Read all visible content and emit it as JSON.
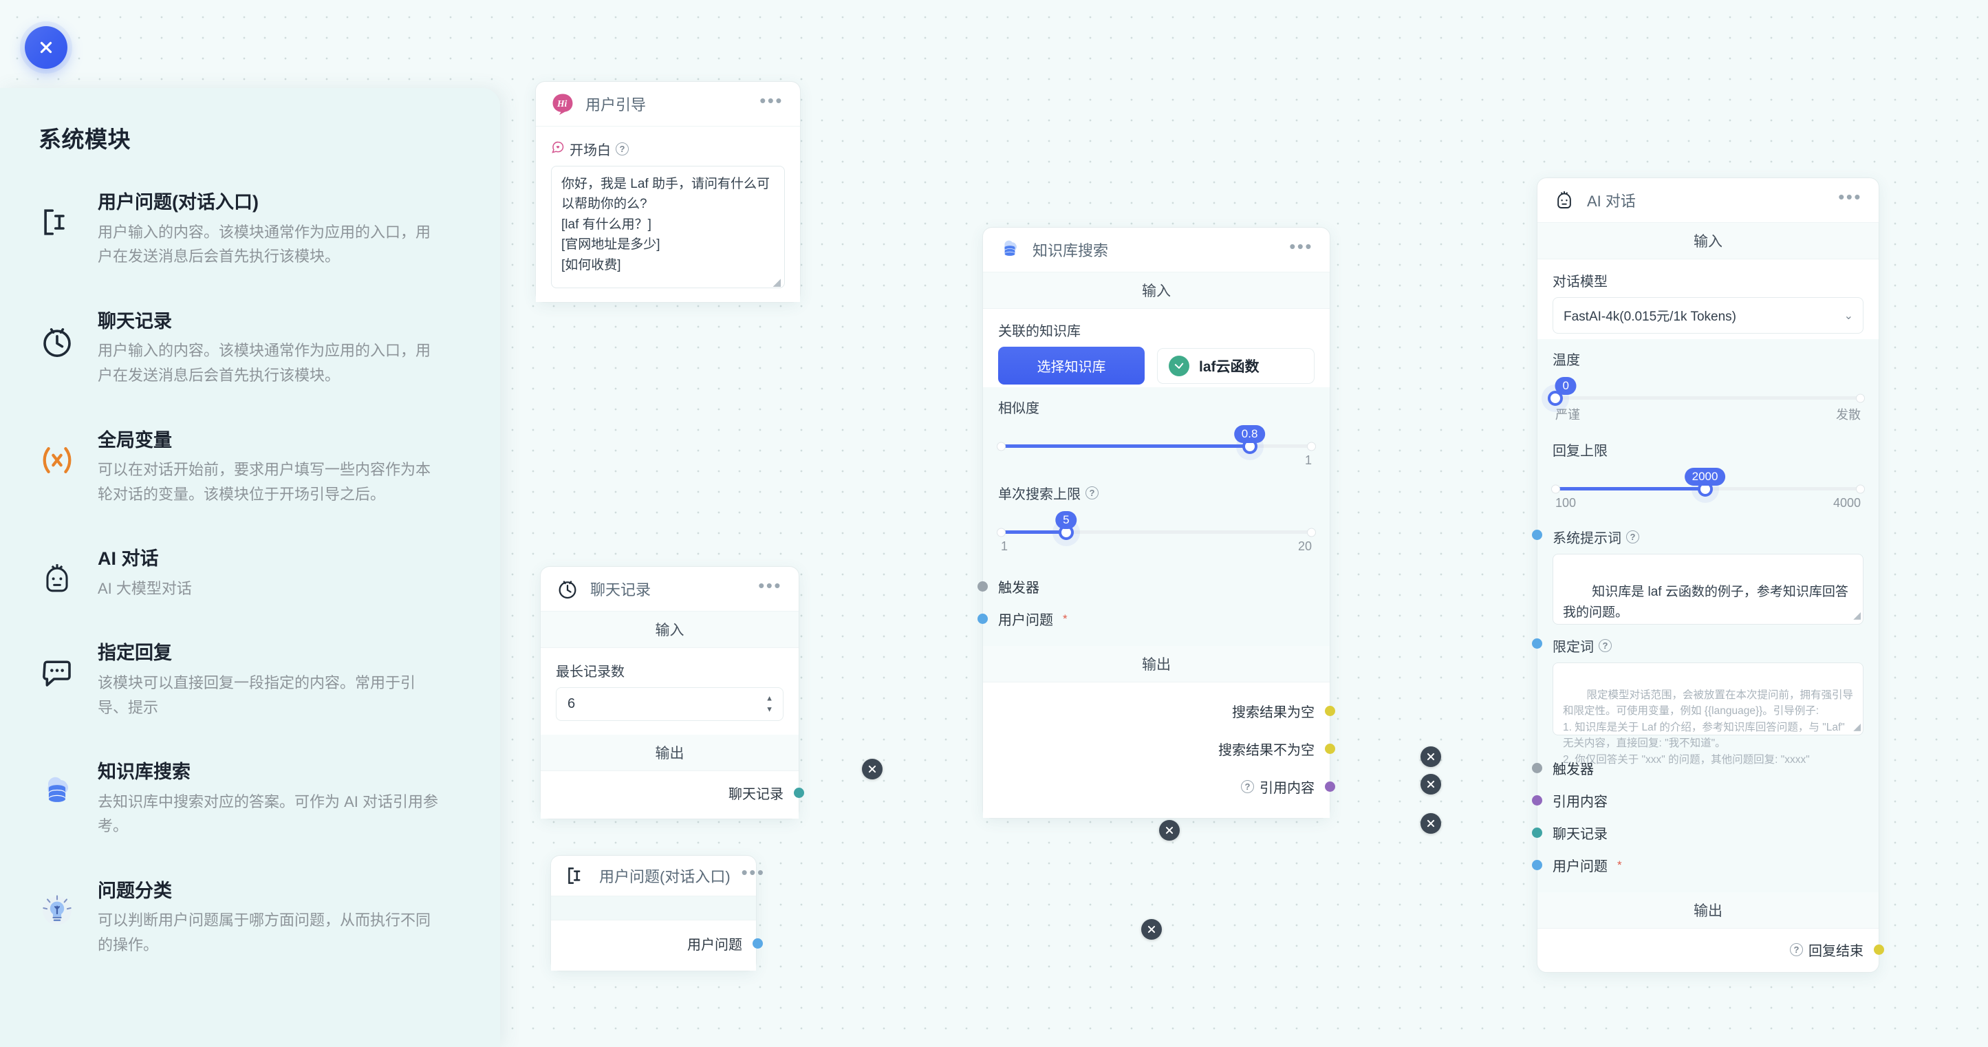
{
  "sidebar": {
    "title": "系统模块",
    "close_label": "close-icon",
    "items": [
      {
        "icon": "text-cursor-icon",
        "name": "用户问题(对话入口)",
        "desc": "用户输入的内容。该模块通常作为应用的入口，用户在发送消息后会首先执行该模块。"
      },
      {
        "icon": "clock-icon",
        "name": "聊天记录",
        "desc": "用户输入的内容。该模块通常作为应用的入口，用户在发送消息后会首先执行该模块。"
      },
      {
        "icon": "variable-icon",
        "name": "全局变量",
        "desc": "可以在对话开始前，要求用户填写一些内容作为本轮对话的变量。该模块位于开场引导之后。"
      },
      {
        "icon": "robot-icon",
        "name": "AI 对话",
        "desc": "AI 大模型对话"
      },
      {
        "icon": "chat-bubble-icon",
        "name": "指定回复",
        "desc": "该模块可以直接回复一段指定的内容。常用于引导、提示"
      },
      {
        "icon": "database-icon",
        "name": "知识库搜索",
        "desc": "去知识库中搜索对应的答案。可作为 AI 对话引用参考。"
      },
      {
        "icon": "lightbulb-icon",
        "name": "问题分类",
        "desc": "可以判断用户问题属于哪方面问题，从而执行不同的操作。"
      }
    ]
  },
  "nodes": {
    "user_guide": {
      "title": "用户引导",
      "icon": "hi-avatar-icon",
      "menu": "•••",
      "opening_label": "开场白",
      "opening_value": "你好，我是 Laf 助手，请问有什么可以帮助你的么?\n[laf 有什么用？]\n[官网地址是多少]\n[如何收费]"
    },
    "chat_history": {
      "title": "聊天记录",
      "icon": "clock-icon",
      "menu": "•••",
      "input_label": "输入",
      "output_label": "输出",
      "max_records_label": "最长记录数",
      "max_records_value": "6",
      "out_port": "聊天记录"
    },
    "user_question": {
      "title": "用户问题(对话入口)",
      "icon": "text-cursor-icon",
      "menu": "•••",
      "out_port": "用户问题"
    },
    "kb_search": {
      "title": "知识库搜索",
      "icon": "database-icon",
      "menu": "•••",
      "input_label": "输入",
      "output_label": "输出",
      "linked_kb_label": "关联的知识库",
      "select_kb_button": "选择知识库",
      "kb_chip": "laf云函数",
      "similarity_label": "相似度",
      "similarity_value": "0.8",
      "similarity_min": "",
      "similarity_max": "1",
      "limit_label": "单次搜索上限",
      "limit_value": "5",
      "limit_min": "1",
      "limit_max": "20",
      "in_trigger": "触发器",
      "in_question": "用户问题",
      "out_empty": "搜索结果为空",
      "out_not_empty": "搜索结果不为空",
      "out_quote": "引用内容"
    },
    "ai_chat": {
      "title": "AI 对话",
      "icon": "robot-icon",
      "menu": "•••",
      "input_label": "输入",
      "output_label": "输出",
      "model_label": "对话模型",
      "model_value": "FastAI-4k(0.015元/1k Tokens)",
      "temperature_label": "温度",
      "temperature_value": "0",
      "temperature_left": "严谨",
      "temperature_right": "发散",
      "maxtokens_label": "回复上限",
      "maxtokens_value": "2000",
      "maxtokens_min": "100",
      "maxtokens_max": "4000",
      "system_prompt_label": "系统提示词",
      "system_prompt_value": "知识库是 laf 云函数的例子，参考知识库回答我的问题。",
      "limiter_label": "限定词",
      "limiter_placeholder": "限定模型对话范围，会被放置在本次提问前，拥有强引导和限定性。可使用变量，例如 {{language}}。引导例子:\n1. 知识库是关于 Laf 的介绍，参考知识库回答问题，与 \"Laf\" 无关内容，直接回复: \"我不知道\"。\n2. 你仅回答关于 \"xxx\" 的问题，其他问题回复: \"xxxx\"",
      "in_trigger": "触发器",
      "in_quote": "引用内容",
      "in_history": "聊天记录",
      "in_question": "用户问题",
      "out_finish": "回复结束"
    }
  },
  "colors": {
    "accent": "#4f6ff0",
    "port_blue": "#5aa9e6",
    "port_grey": "#9aa4ac",
    "port_yellow": "#dccd3a",
    "port_purple": "#9168bd",
    "port_teal": "#3fa4a4",
    "orange": "#e8832a",
    "sidebar_bg": "#e9f6f6"
  }
}
